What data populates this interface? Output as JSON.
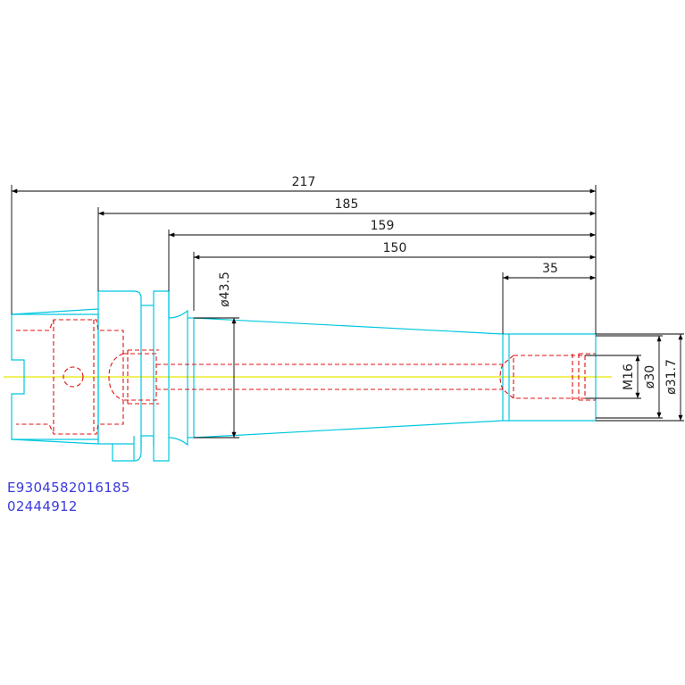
{
  "dimensions": {
    "length_217": "217",
    "length_185": "185",
    "length_159": "159",
    "length_150": "150",
    "length_35": "35",
    "dia_43_5": "ø43.5",
    "thread_m16": "M16",
    "dia_30": "ø30",
    "dia_31_7": "ø31.7"
  },
  "codes": {
    "part_code": "E9304582016185",
    "order_code": "02444912"
  },
  "colors": {
    "outline": "#00c8e0",
    "hidden": "#e01010",
    "centerline": "#e8e800",
    "dimension": "#000000",
    "code_text": "#3a3adf"
  }
}
